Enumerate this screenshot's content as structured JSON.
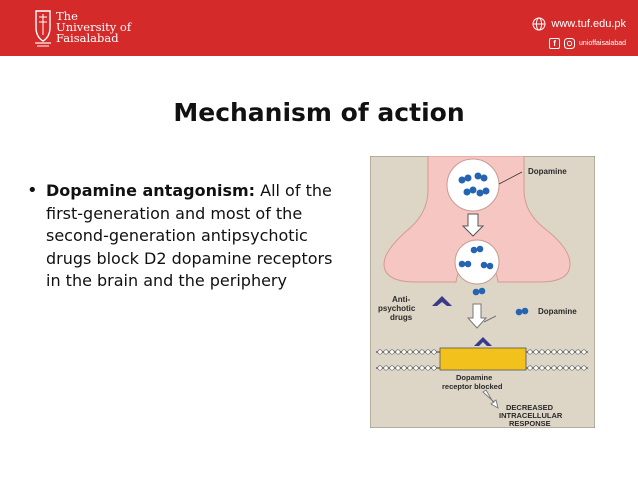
{
  "header": {
    "university_name_line1": "The",
    "university_name_line2": "University of",
    "university_name_line3": "Faisalabad",
    "website": "www.tuf.edu.pk",
    "social_handle": "unioffaisalabad",
    "background_color": "#d42a2a"
  },
  "slide": {
    "title": "Mechanism of action",
    "bullet_bold": "Dopamine antagonism:",
    "bullet_text": " All of the first-generation and most of the second-generation antipsychotic drugs block D2 dopamine receptors in the brain and the periphery"
  },
  "figure": {
    "label_dopamine_top": "Dopamine",
    "label_antipsychotic_1": "Anti-",
    "label_antipsychotic_2": "psychotic",
    "label_antipsychotic_3": "drugs",
    "label_dopamine_right": "Dopamine",
    "label_blocked_1": "Dopamine",
    "label_blocked_2": "receptor blocked",
    "label_response_1": "DECREASED",
    "label_response_2": "INTRACELLULAR",
    "label_response_3": "RESPONSE"
  }
}
